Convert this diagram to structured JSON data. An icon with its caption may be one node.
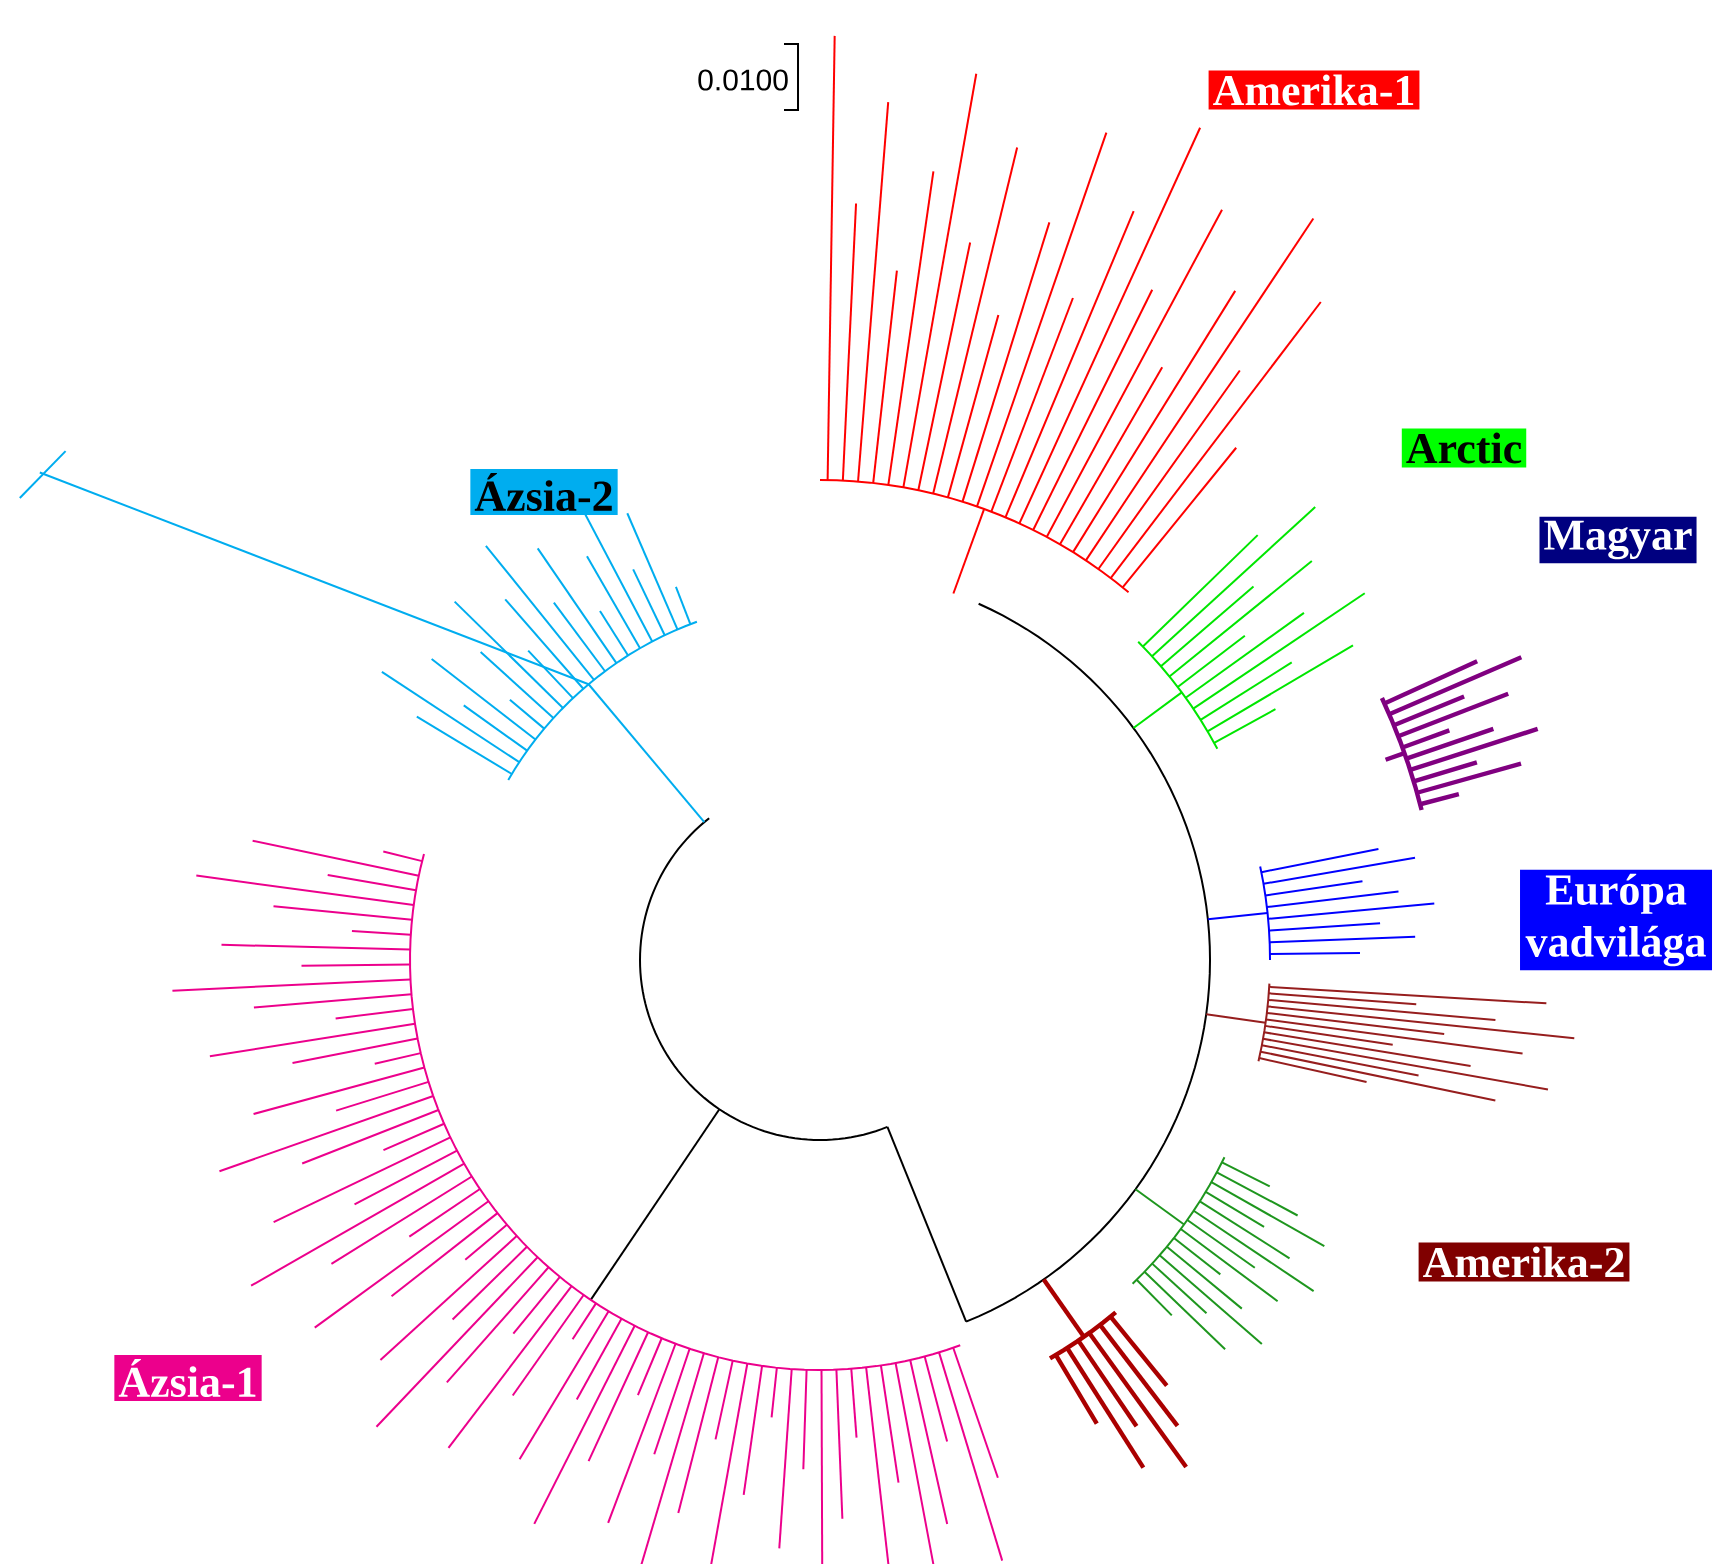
{
  "diagram": {
    "nodes": [
      {
        "text": [
          "Amerika-1"
        ]
      },
      {
        "text": [
          "Arctic"
        ]
      },
      {
        "text": [
          "Ázsia-2"
        ]
      },
      {
        "text": [
          "Magyar"
        ]
      },
      {
        "text": [
          "Európa vadvilága"
        ]
      },
      {
        "text": [
          "Amerika-2"
        ]
      },
      {
        "text": [
          "Ázsia-1"
        ]
      }
    ],
    "labels": [
      "0.0100"
    ]
  }
}
